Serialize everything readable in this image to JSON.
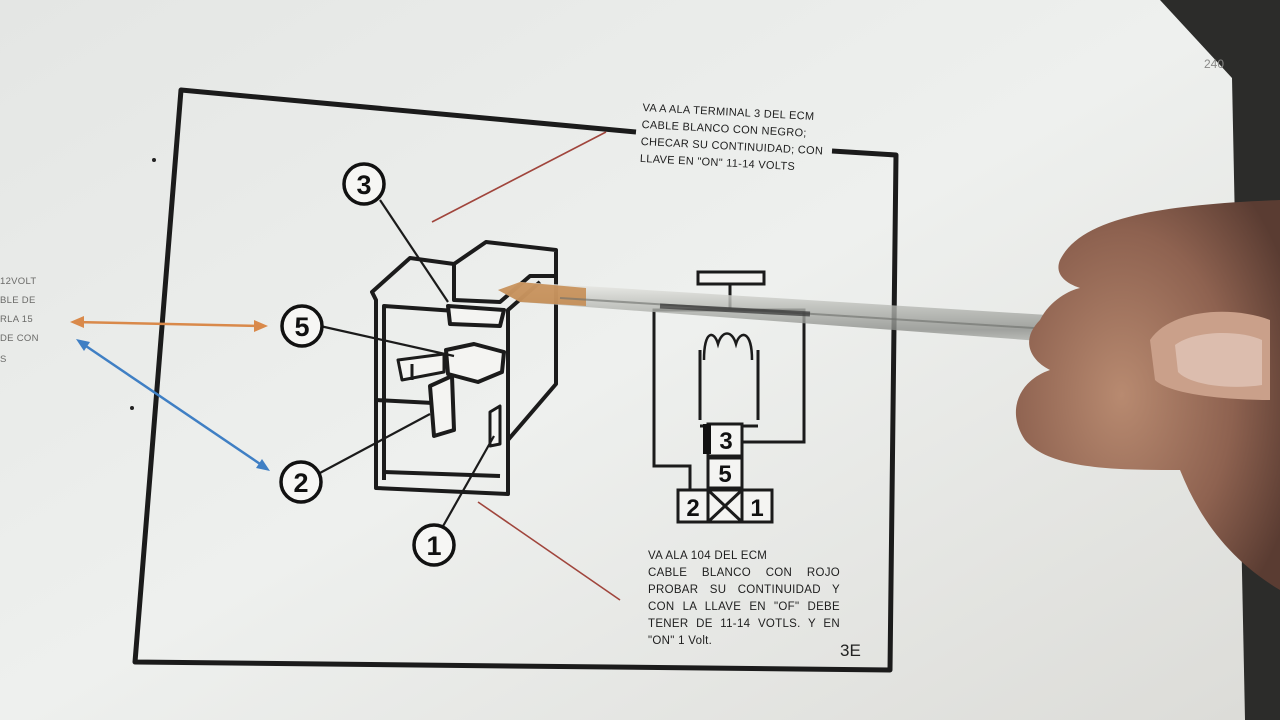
{
  "callouts": [
    "3",
    "5",
    "2",
    "1"
  ],
  "schematic_pins": [
    "3",
    "5",
    "2",
    "1"
  ],
  "note_top": {
    "lines": [
      "VA A ALA TERMINAL 3 DEL ECM",
      "CABLE BLANCO CON NEGRO;",
      "CHECAR SU CONTINUIDAD; CON",
      "LLAVE EN \"ON\" 11-14 VOLTS"
    ]
  },
  "note_bottom": {
    "lines": [
      "VA ALA 104 DEL ECM",
      "CABLE BLANCO CON ROJO",
      "PROBAR SU CONTINUIDAD Y",
      "CON LA LLAVE EN \"OF\" DEBE",
      "TENER DE 11-14 VOTLS. Y EN",
      "\"ON\" 1 Volt."
    ]
  },
  "note_left": {
    "lines": [
      "12VOLT",
      "BLE DE",
      "RLA 15",
      "DE CON",
      "S"
    ]
  },
  "corner_number": "240",
  "page_mark": "3E",
  "colors": {
    "arrow_orange": "#d9894a",
    "arrow_blue": "#3f7fc4",
    "leader_red": "#a0453c",
    "pen_tip": "#c58a4e"
  }
}
